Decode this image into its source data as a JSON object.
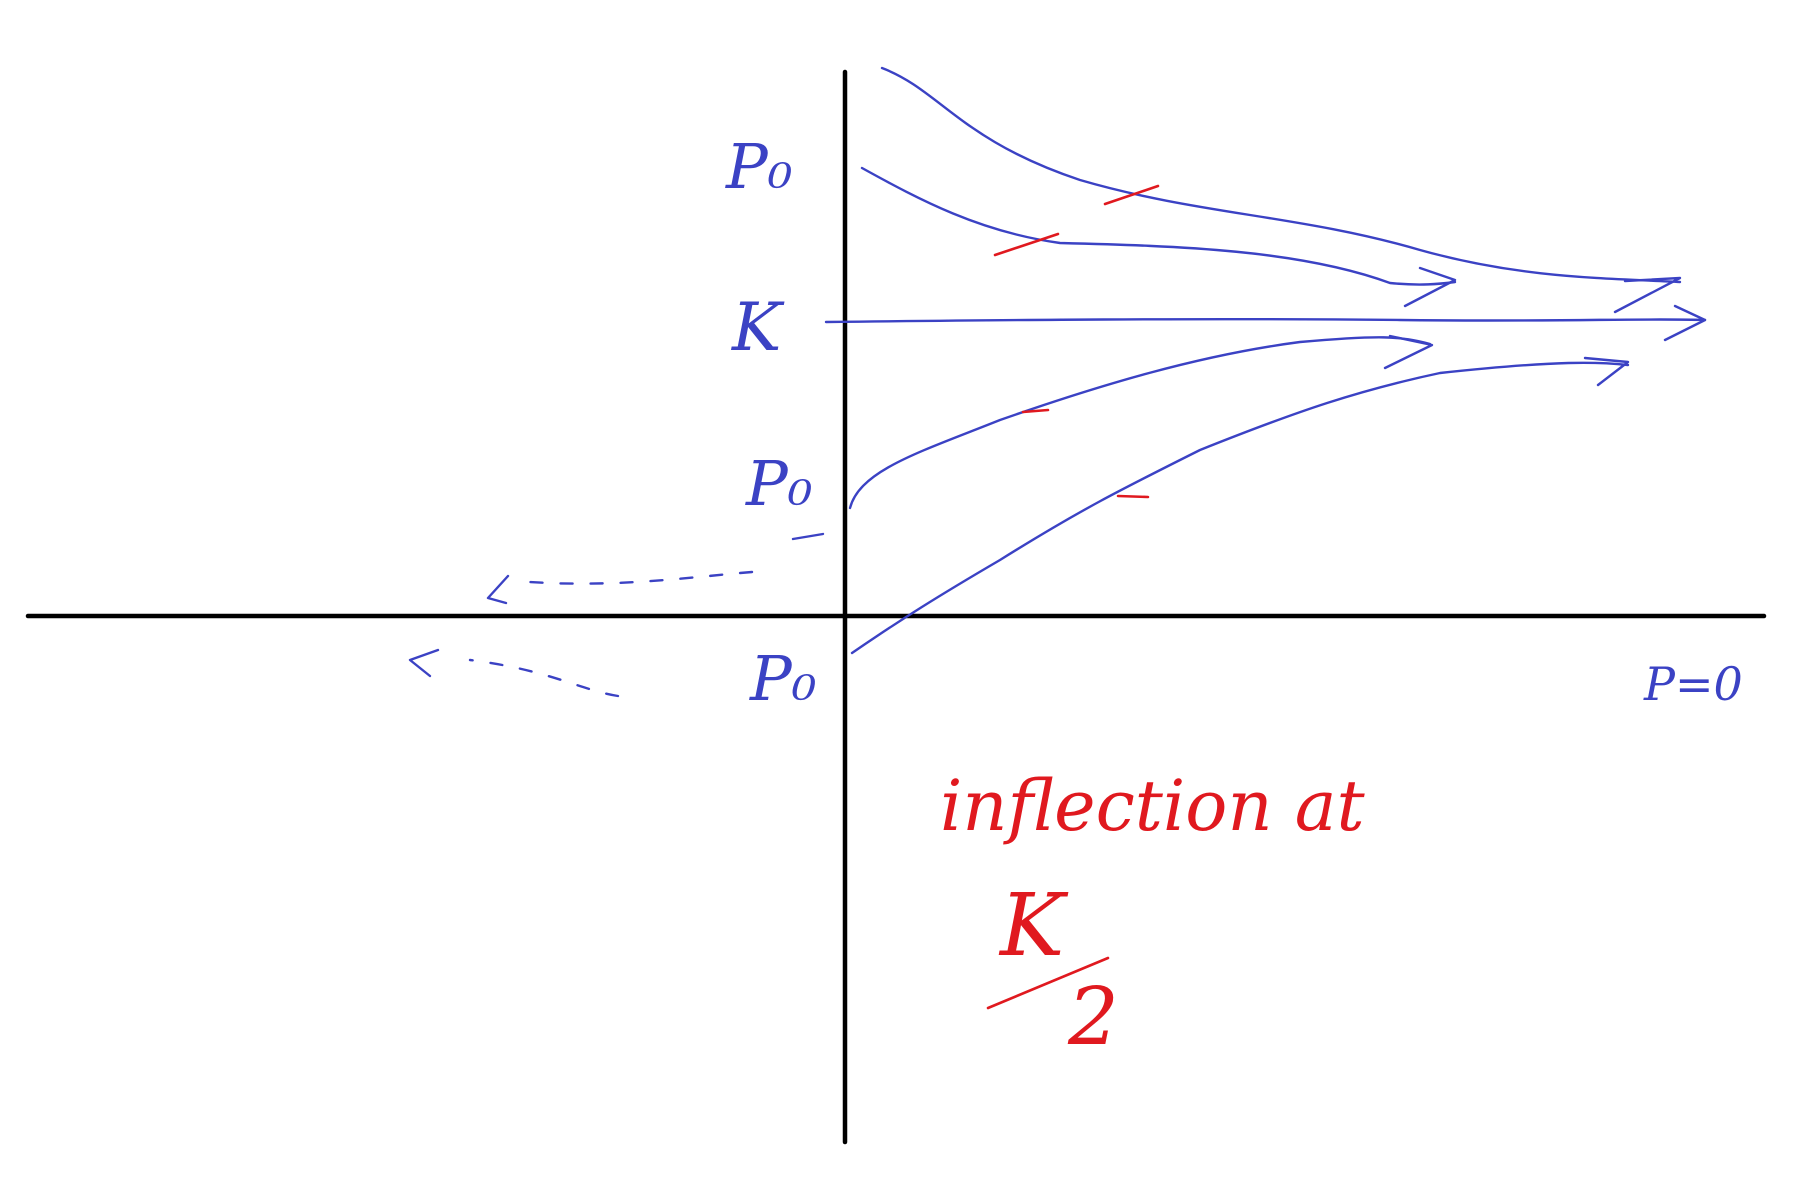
{
  "colors": {
    "ink": "#3b42c4",
    "annotation": "#e0191f",
    "axes": "#000000"
  },
  "labels": {
    "p0_upper": "P₀",
    "k": "K",
    "p0_middle": "P₀",
    "p0_lower": "P₀",
    "p_zero": "P=0"
  },
  "annotation": {
    "line1": "inflection at",
    "fraction_numerator": "K",
    "fraction_denominator": "2"
  }
}
